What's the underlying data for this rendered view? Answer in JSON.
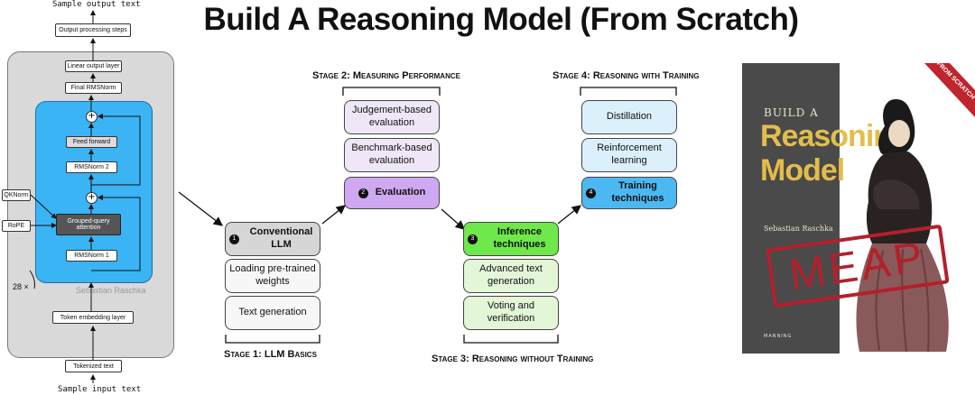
{
  "title": "Build A Reasoning Model (From Scratch)",
  "architecture": {
    "output_text": "Sample output text",
    "output_processing": "Output processing steps",
    "linear_output": "Linear output layer",
    "final_norm": "Final RMSNorm",
    "feed_forward": "Feed forward",
    "rmsnorm2": "RMSNorm 2",
    "attention": "Grouped-query attention",
    "rmsnorm1": "RMSNorm 1",
    "qknorm": "QKNorm",
    "rope": "RoPE",
    "repeat": "28 ×",
    "watermark": "Sebastian Raschka",
    "token_embedding": "Token embedding layer",
    "tokenized_text": "Tokenized text",
    "input_text": "Sample input text"
  },
  "stages": {
    "stage1": {
      "label": "Stage 1: LLM Basics",
      "num": "1",
      "main": "Conventional LLM",
      "items": [
        "Loading pre-trained weights",
        "Text generation"
      ]
    },
    "stage2": {
      "label": "Stage 2: Measuring Performance",
      "num": "2",
      "items": [
        "Judgement-based evaluation",
        "Benchmark-based evaluation"
      ],
      "main": "Evaluation"
    },
    "stage3": {
      "label": "Stage 3: Reasoning without Training",
      "num": "3",
      "main": "Inference techniques",
      "items": [
        "Advanced text generation",
        "Voting and verification"
      ]
    },
    "stage4": {
      "label": "Stage 4: Reasoning with Training",
      "num": "4",
      "items": [
        "Distillation",
        "Reinforcement learning"
      ],
      "main": "Training techniques"
    }
  },
  "book": {
    "line1": "BUILD A",
    "line2": "Reasoning",
    "line3": "Model",
    "author": "Sebastian Raschka",
    "stamp": "MEAP",
    "corner": "FROM SCRATCH",
    "publisher": "MANNING"
  },
  "colors": {
    "gray_panel": "#d9d9d9",
    "blue_block": "#3ab4f5",
    "stage1_main": "#d6d6d6",
    "stage2_main": "#cfa8f2",
    "stage2_light": "#efe7f8",
    "stage3_main": "#6ee84a",
    "stage3_light": "#e3f6d8",
    "stage4_main": "#4cb8f2",
    "stage4_light": "#dcf0fb",
    "cover_bg": "#4a4a4a",
    "cover_title": "#e3bd4c",
    "stamp": "#b3202c"
  }
}
